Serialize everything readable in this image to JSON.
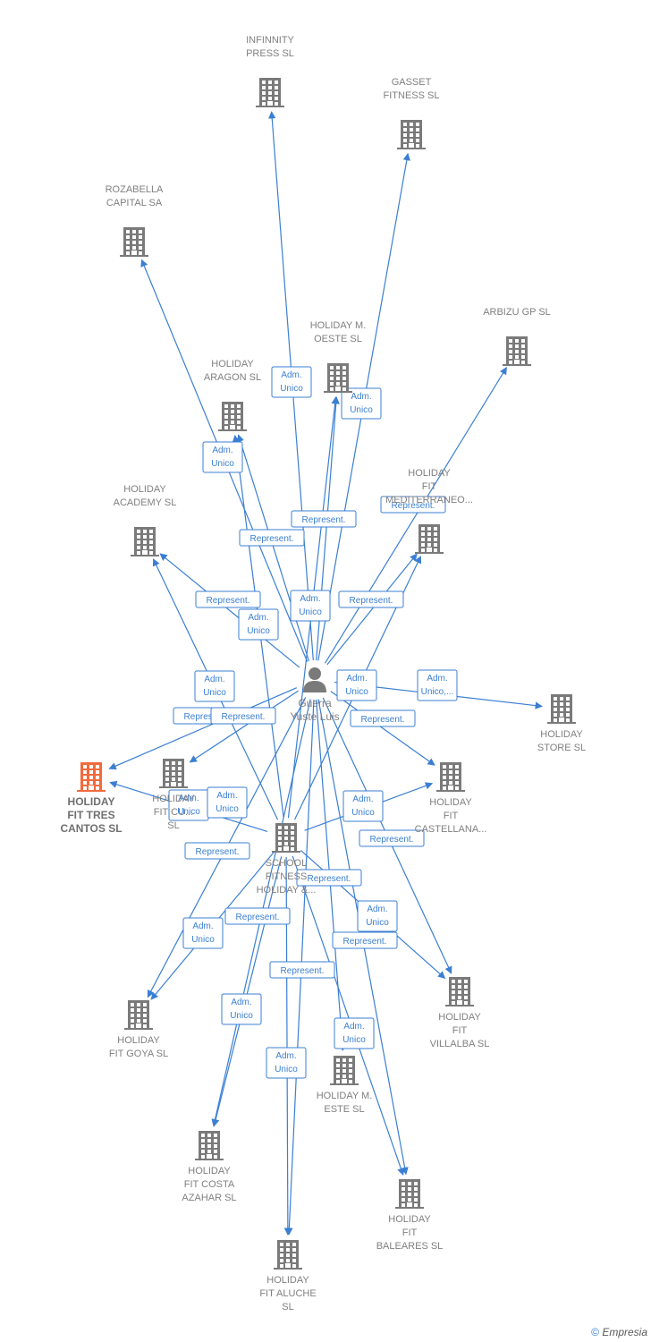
{
  "colors": {
    "edge": "#3b7fd3",
    "node": "#7a7a7a",
    "highlight": "#f26a3d"
  },
  "person": {
    "id": "guerra",
    "lines": [
      "Guerra",
      "Yuste Luis"
    ]
  },
  "companies": [
    {
      "id": "infinnity",
      "lines": [
        "INFINNITY",
        "PRESS SL"
      ]
    },
    {
      "id": "gasset",
      "lines": [
        "GASSET",
        "FITNESS SL"
      ]
    },
    {
      "id": "rozabella",
      "lines": [
        "ROZABELLA",
        "CAPITAL SA"
      ]
    },
    {
      "id": "arbizu",
      "lines": [
        "ARBIZU GP SL"
      ]
    },
    {
      "id": "moeste",
      "lines": [
        "HOLIDAY M.",
        "OESTE  SL"
      ]
    },
    {
      "id": "aragon",
      "lines": [
        "HOLIDAY",
        "ARAGON  SL"
      ]
    },
    {
      "id": "mediterraneo",
      "lines": [
        "HOLIDAY",
        "FIT",
        "MEDITERRANEO..."
      ]
    },
    {
      "id": "academy",
      "lines": [
        "HOLIDAY",
        "ACADEMY  SL"
      ]
    },
    {
      "id": "store",
      "lines": [
        "HOLIDAY",
        "STORE  SL"
      ]
    },
    {
      "id": "trescantos",
      "lines": [
        "HOLIDAY",
        "FIT TRES",
        "CANTOS  SL"
      ],
      "highlight": true
    },
    {
      "id": "fitcu",
      "lines": [
        "HOLIDAY",
        "FIT CU...",
        "SL"
      ]
    },
    {
      "id": "castellana",
      "lines": [
        "HOLIDAY",
        "FIT",
        "CASTELLANA..."
      ]
    },
    {
      "id": "school",
      "lines": [
        "SCHOOL",
        "FITNESS",
        "HOLIDAY &..."
      ]
    },
    {
      "id": "villalba",
      "lines": [
        "HOLIDAY",
        "FIT",
        "VILLALBA  SL"
      ]
    },
    {
      "id": "goya",
      "lines": [
        "HOLIDAY",
        "FIT GOYA  SL"
      ]
    },
    {
      "id": "meste",
      "lines": [
        "HOLIDAY M.",
        "ESTE  SL"
      ]
    },
    {
      "id": "azahar",
      "lines": [
        "HOLIDAY",
        "FIT COSTA",
        "AZAHAR  SL"
      ]
    },
    {
      "id": "baleares",
      "lines": [
        "HOLIDAY",
        "FIT",
        "BALEARES  SL"
      ]
    },
    {
      "id": "aluche",
      "lines": [
        "HOLIDAY",
        "FIT ALUCHE",
        "SL"
      ]
    }
  ],
  "edges": [
    {
      "from": "guerra",
      "to": "infinnity"
    },
    {
      "from": "guerra",
      "to": "gasset"
    },
    {
      "from": "guerra",
      "to": "rozabella"
    },
    {
      "from": "guerra",
      "to": "arbizu"
    },
    {
      "from": "guerra",
      "to": "moeste"
    },
    {
      "from": "guerra",
      "to": "aragon"
    },
    {
      "from": "guerra",
      "to": "mediterraneo"
    },
    {
      "from": "guerra",
      "to": "academy"
    },
    {
      "from": "guerra",
      "to": "store"
    },
    {
      "from": "guerra",
      "to": "trescantos"
    },
    {
      "from": "guerra",
      "to": "fitcu"
    },
    {
      "from": "guerra",
      "to": "castellana"
    },
    {
      "from": "guerra",
      "to": "villalba"
    },
    {
      "from": "guerra",
      "to": "goya"
    },
    {
      "from": "guerra",
      "to": "meste"
    },
    {
      "from": "guerra",
      "to": "azahar"
    },
    {
      "from": "guerra",
      "to": "baleares"
    },
    {
      "from": "guerra",
      "to": "aluche"
    },
    {
      "from": "school",
      "to": "moeste"
    },
    {
      "from": "school",
      "to": "aragon"
    },
    {
      "from": "school",
      "to": "mediterraneo"
    },
    {
      "from": "school",
      "to": "academy"
    },
    {
      "from": "school",
      "to": "trescantos"
    },
    {
      "from": "school",
      "to": "castellana"
    },
    {
      "from": "school",
      "to": "villalba"
    },
    {
      "from": "school",
      "to": "goya"
    },
    {
      "from": "school",
      "to": "azahar"
    },
    {
      "from": "school",
      "to": "baleares"
    },
    {
      "from": "school",
      "to": "aluche"
    }
  ],
  "edge_labels": [
    {
      "lines": [
        "Adm.",
        "Unico"
      ]
    },
    {
      "lines": [
        "Adm.",
        "Unico"
      ]
    },
    {
      "lines": [
        "Adm.",
        "Unico"
      ]
    },
    {
      "lines": [
        "Represent."
      ]
    },
    {
      "lines": [
        "Represent."
      ]
    },
    {
      "lines": [
        "Represent."
      ]
    },
    {
      "lines": [
        "Represent."
      ]
    },
    {
      "lines": [
        "Adm.",
        "Unico"
      ]
    },
    {
      "lines": [
        "Represent."
      ]
    },
    {
      "lines": [
        "Adm.",
        "Unico"
      ]
    },
    {
      "lines": [
        "Adm.",
        "Unico"
      ]
    },
    {
      "lines": [
        "Adm.",
        "Unico"
      ]
    },
    {
      "lines": [
        "Adm.",
        "Unico,..."
      ]
    },
    {
      "lines": [
        "Represent."
      ]
    },
    {
      "lines": [
        "Represent."
      ]
    },
    {
      "lines": [
        "Represent."
      ]
    },
    {
      "lines": [
        "Adm.",
        "Unico"
      ]
    },
    {
      "lines": [
        "Adm.",
        "Unico"
      ]
    },
    {
      "lines": [
        "Adm.",
        "Unico"
      ]
    },
    {
      "lines": [
        "Represent."
      ]
    },
    {
      "lines": [
        "Represent."
      ]
    },
    {
      "lines": [
        "Represent."
      ]
    },
    {
      "lines": [
        "Adm.",
        "Unico"
      ]
    },
    {
      "lines": [
        "Represent."
      ]
    },
    {
      "lines": [
        "Adm.",
        "Unico"
      ]
    },
    {
      "lines": [
        "Represent."
      ]
    },
    {
      "lines": [
        "Represent."
      ]
    },
    {
      "lines": [
        "Adm.",
        "Unico"
      ]
    },
    {
      "lines": [
        "Adm.",
        "Unico"
      ]
    },
    {
      "lines": [
        "Adm.",
        "Unico"
      ]
    }
  ],
  "footer": {
    "copyright": "©",
    "brand": "Empresia"
  }
}
